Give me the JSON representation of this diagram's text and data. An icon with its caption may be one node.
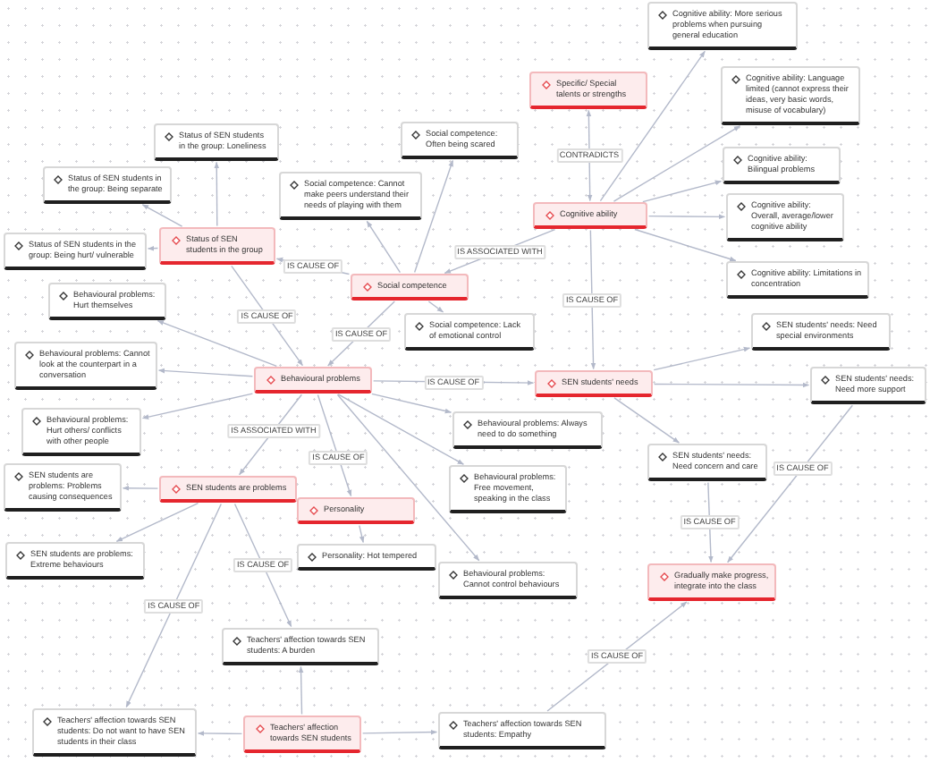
{
  "diagram": {
    "nodes": [
      {
        "text": [
          "Cognitive ability: More serious problems when pursuing general education"
        ]
      },
      {
        "text": [
          "Specific/ Special talents or strengths"
        ]
      },
      {
        "text": [
          "Cognitive ability: Language limited (cannot express their ideas, very basic words, misuse of vocabulary)"
        ]
      },
      {
        "text": [
          "Social competence: Often being scared"
        ]
      },
      {
        "text": [
          "Status of SEN students in the group: Loneliness"
        ]
      },
      {
        "text": [
          "Cognitive ability: Bilingual problems"
        ]
      },
      {
        "text": [
          "Status of SEN students in the group: Being separate"
        ]
      },
      {
        "text": [
          "Social competence: Cannot make peers understand their needs of playing with them"
        ]
      },
      {
        "text": [
          "Cognitive ability: Overall, average/lower cognitive ability"
        ]
      },
      {
        "text": [
          "Cognitive ability"
        ]
      },
      {
        "text": [
          "Status of SEN students in the group"
        ]
      },
      {
        "text": [
          "Status of SEN students in the group: Being hurt/ vulnerable"
        ]
      },
      {
        "text": [
          "Cognitive ability: Limitations in concentration"
        ]
      },
      {
        "text": [
          "Social competence"
        ]
      },
      {
        "text": [
          "Behavioural problems: Hurt themselves"
        ]
      },
      {
        "text": [
          "Social competence: Lack of emotional control"
        ]
      },
      {
        "text": [
          "SEN students' needs: Need special environments"
        ]
      },
      {
        "text": [
          "Behavioural problems: Cannot look at the counterpart in a conversation"
        ]
      },
      {
        "text": [
          "Behavioural problems"
        ]
      },
      {
        "text": [
          "SEN students' needs"
        ]
      },
      {
        "text": [
          "SEN students' needs: Need more support"
        ]
      },
      {
        "text": [
          "Behavioural problems: Hurt others/ conflicts with other people"
        ]
      },
      {
        "text": [
          "Behavioural problems: Always need to do something"
        ]
      },
      {
        "text": [
          "SEN students' needs: Need concern and care"
        ]
      },
      {
        "text": [
          "SEN students are problems: Problems causing consequences"
        ]
      },
      {
        "text": [
          "Behavioural problems: Free movement, speaking in the class"
        ]
      },
      {
        "text": [
          "SEN students are problems"
        ]
      },
      {
        "text": [
          "Personality"
        ]
      },
      {
        "text": [
          "SEN students are problems: Extreme behaviours"
        ]
      },
      {
        "text": [
          "Personality: Hot tempered"
        ]
      },
      {
        "text": [
          "Behavioural problems: Cannot control behaviours"
        ]
      },
      {
        "text": [
          "Gradually make progress, integrate into the class"
        ]
      },
      {
        "text": [
          "Teachers' affection towards SEN students: A burden"
        ]
      },
      {
        "text": [
          "Teachers' affection towards SEN students: Do not want to have SEN students in their class"
        ]
      },
      {
        "text": [
          "Teachers' affection towards SEN students"
        ]
      },
      {
        "text": [
          "Teachers' affection towards SEN students: Empathy"
        ]
      }
    ],
    "edges": [
      {
        "from": 9,
        "to": 0,
        "arrow": "to"
      },
      {
        "from": 9,
        "to": 2,
        "arrow": "to"
      },
      {
        "from": 9,
        "to": 5,
        "arrow": "to"
      },
      {
        "from": 9,
        "to": 8,
        "arrow": "to"
      },
      {
        "from": 9,
        "to": 12,
        "arrow": "to"
      },
      {
        "from": 9,
        "to": 1,
        "arrow": "both",
        "label": "CONTRADICTS"
      },
      {
        "from": 9,
        "to": 13,
        "arrow": "to",
        "label": "IS ASSOCIATED WITH"
      },
      {
        "from": 9,
        "to": 19,
        "arrow": "to",
        "label": "IS CAUSE OF"
      },
      {
        "from": 13,
        "to": 3,
        "arrow": "to"
      },
      {
        "from": 13,
        "to": 7,
        "arrow": "to"
      },
      {
        "from": 13,
        "to": 15,
        "arrow": "to"
      },
      {
        "from": 13,
        "to": 10,
        "arrow": "to",
        "label": "IS CAUSE OF"
      },
      {
        "from": 13,
        "to": 18,
        "arrow": "to",
        "label": "IS CAUSE OF"
      },
      {
        "from": 10,
        "to": 4,
        "arrow": "to"
      },
      {
        "from": 10,
        "to": 6,
        "arrow": "to"
      },
      {
        "from": 10,
        "to": 11,
        "arrow": "to"
      },
      {
        "from": 10,
        "to": 18,
        "arrow": "to",
        "label": "IS CAUSE OF"
      },
      {
        "from": 18,
        "to": 14,
        "arrow": "to"
      },
      {
        "from": 18,
        "to": 17,
        "arrow": "to"
      },
      {
        "from": 18,
        "to": 21,
        "arrow": "to"
      },
      {
        "from": 18,
        "to": 22,
        "arrow": "to"
      },
      {
        "from": 18,
        "to": 25,
        "arrow": "to"
      },
      {
        "from": 18,
        "to": 30,
        "arrow": "to"
      },
      {
        "from": 18,
        "to": 19,
        "arrow": "to",
        "label": "IS CAUSE OF"
      },
      {
        "from": 18,
        "to": 26,
        "arrow": "to",
        "label": "IS ASSOCIATED WITH"
      },
      {
        "from": 18,
        "to": 27,
        "arrow": "to",
        "label": "IS CAUSE OF"
      },
      {
        "from": 27,
        "to": 29,
        "arrow": "to"
      },
      {
        "from": 19,
        "to": 16,
        "arrow": "to"
      },
      {
        "from": 19,
        "to": 20,
        "arrow": "to"
      },
      {
        "from": 19,
        "to": 23,
        "arrow": "to"
      },
      {
        "from": 26,
        "to": 24,
        "arrow": "to"
      },
      {
        "from": 26,
        "to": 28,
        "arrow": "to"
      },
      {
        "from": 26,
        "to": 33,
        "arrow": "to",
        "label": "IS CAUSE OF"
      },
      {
        "from": 26,
        "to": 32,
        "arrow": "to",
        "label": "IS CAUSE OF"
      },
      {
        "from": 34,
        "to": 32,
        "arrow": "to"
      },
      {
        "from": 34,
        "to": 33,
        "arrow": "to"
      },
      {
        "from": 34,
        "to": 35,
        "arrow": "to"
      },
      {
        "from": 23,
        "to": 31,
        "arrow": "to",
        "label": "IS CAUSE OF"
      },
      {
        "from": 20,
        "to": 31,
        "arrow": "to",
        "label": "IS CAUSE OF"
      },
      {
        "from": 35,
        "to": 31,
        "arrow": "to",
        "label": "IS CAUSE OF"
      }
    ]
  }
}
